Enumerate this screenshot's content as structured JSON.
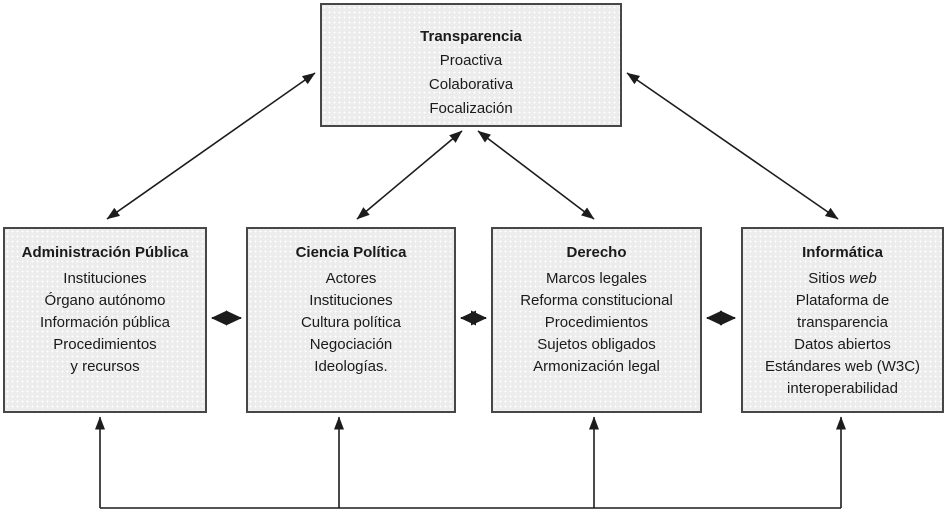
{
  "diagram": {
    "top_box": {
      "title": "Transparencia",
      "lines": [
        "Proactiva",
        "Colaborativa",
        "Focalización"
      ]
    },
    "boxes": [
      {
        "id": "administracion-publica",
        "title": "Administración Pública",
        "lines": [
          "Instituciones",
          "Órgano autónomo",
          "Información pública",
          "Procedimientos",
          "y recursos"
        ]
      },
      {
        "id": "ciencia-politica",
        "title": "Ciencia Política",
        "lines": [
          "Actores",
          "Instituciones",
          "Cultura política",
          "Negociación",
          "Ideologías."
        ]
      },
      {
        "id": "derecho",
        "title": "Derecho",
        "lines": [
          "Marcos legales",
          "Reforma constitucional",
          "Procedimientos",
          "Sujetos obligados",
          "Armonización legal"
        ]
      },
      {
        "id": "informatica",
        "title": "Informática",
        "line1_regular": "Sitios ",
        "line1_italic": "web",
        "lines": [
          "Plataforma de",
          "transparencia",
          "Datos abiertos",
          "Estándares web (W3C)",
          "interoperabilidad"
        ]
      }
    ],
    "connections": {
      "bidirectional_to_top": [
        "administracion-publica",
        "ciencia-politica",
        "derecho",
        "informatica"
      ],
      "bidirectional_between_neighbors": true,
      "bottom_bus_feeds_all_four": true
    }
  },
  "colors": {
    "background": "#ffffff",
    "box_fill": "#ececec",
    "box_border": "#474747",
    "arrow": "#1c1c1c",
    "text": "#1a1a1a"
  }
}
